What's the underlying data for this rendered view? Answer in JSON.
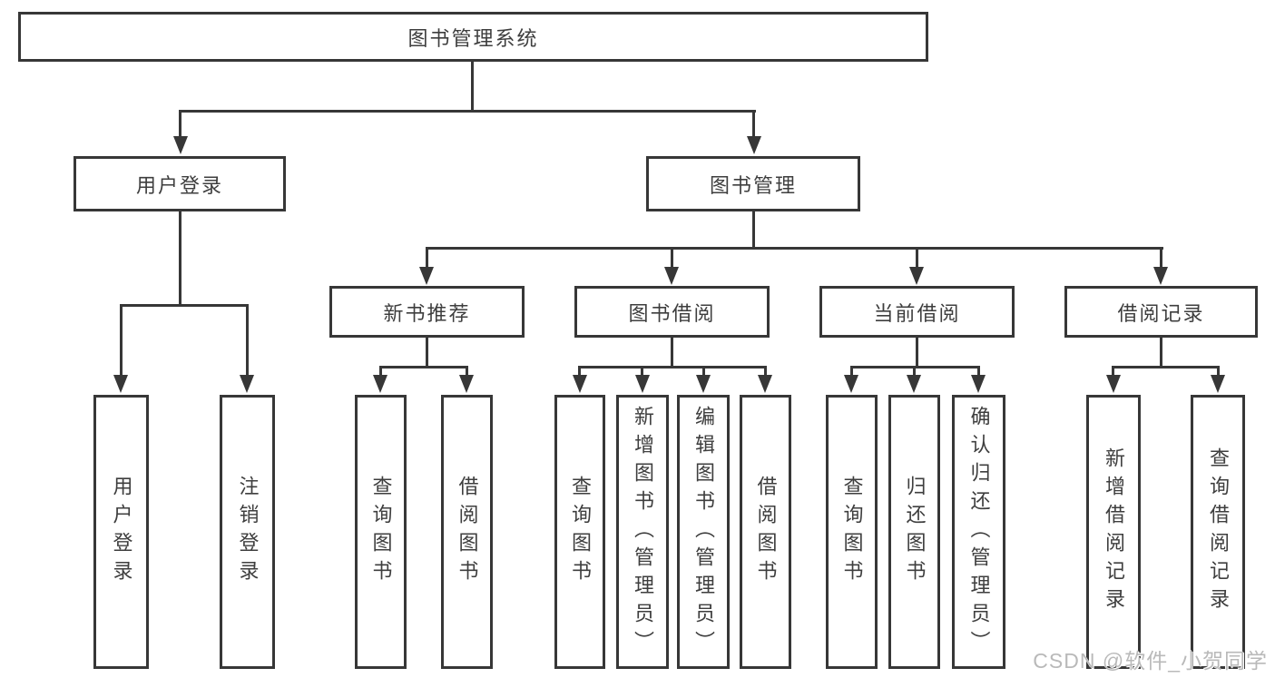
{
  "watermark": "CSDN @软件_小贺同学",
  "tree": {
    "root": {
      "label": "图书管理系统"
    },
    "user": {
      "label": "用户登录",
      "children": [
        {
          "label": "用户登录"
        },
        {
          "label": "注销登录"
        }
      ]
    },
    "book": {
      "label": "图书管理",
      "sections": [
        {
          "label": "新书推荐",
          "children": [
            {
              "label": "查询图书"
            },
            {
              "label": "借阅图书"
            }
          ]
        },
        {
          "label": "图书借阅",
          "children": [
            {
              "label": "查询图书"
            },
            {
              "label": "新增图书（管理员）"
            },
            {
              "label": "编辑图书（管理员）"
            },
            {
              "label": "借阅图书"
            }
          ]
        },
        {
          "label": "当前借阅",
          "children": [
            {
              "label": "查询图书"
            },
            {
              "label": "归还图书"
            },
            {
              "label": "确认归还（管理员）"
            }
          ]
        },
        {
          "label": "借阅记录",
          "children": [
            {
              "label": "新增借阅记录"
            },
            {
              "label": "查询借阅记录"
            }
          ]
        }
      ]
    }
  }
}
